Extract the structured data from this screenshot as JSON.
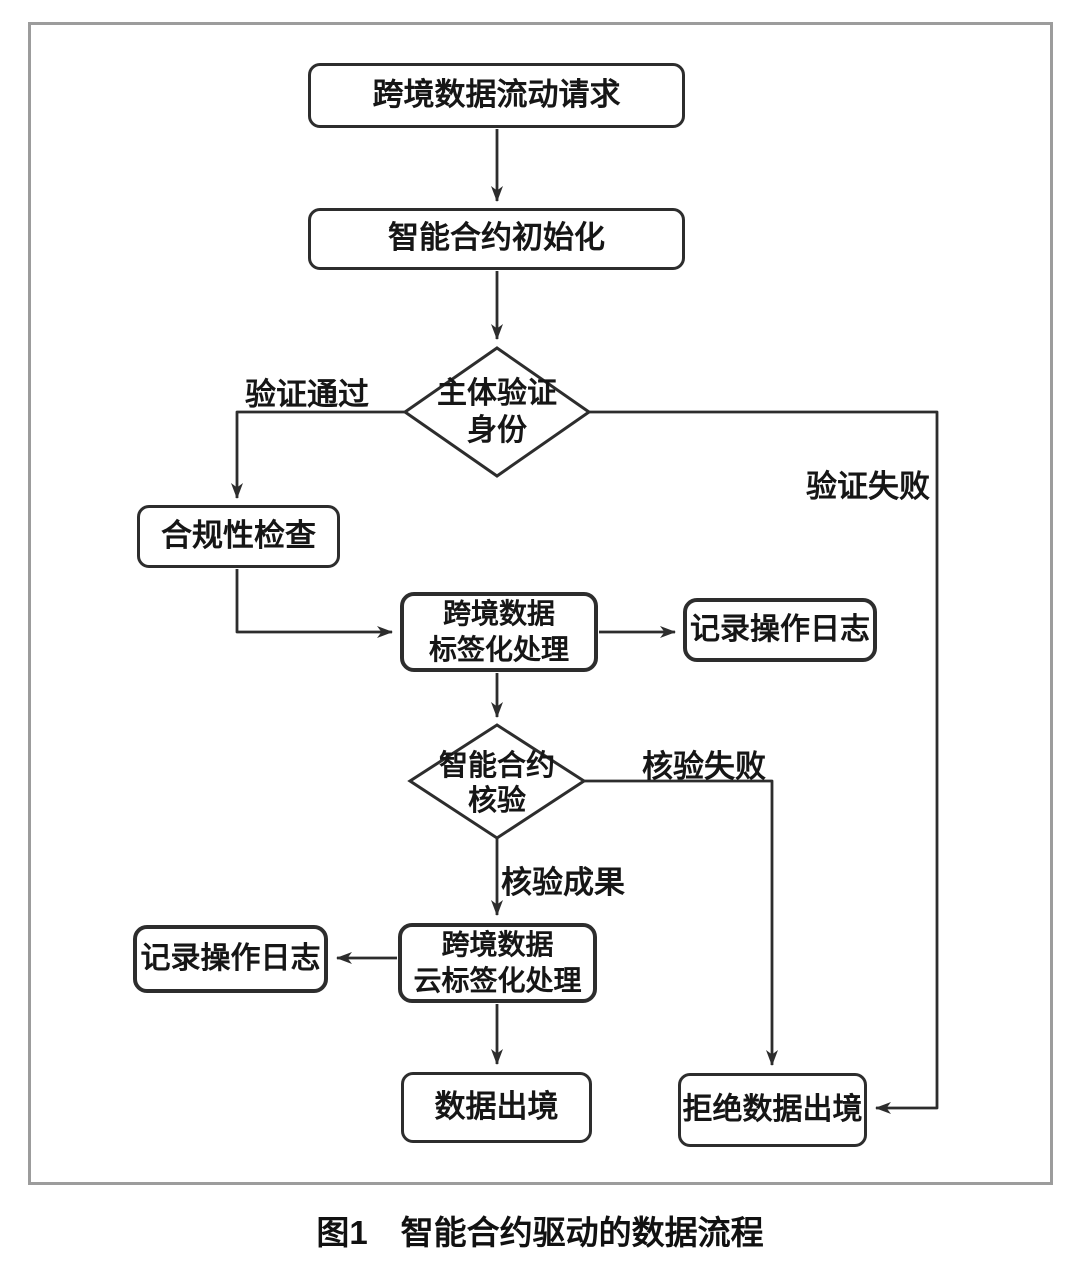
{
  "figure": {
    "caption": "图1　智能合约驱动的数据流程"
  },
  "nodes": {
    "request": {
      "label": "跨境数据流动请求"
    },
    "contract_init": {
      "label": "智能合约初始化"
    },
    "identity_check": {
      "label": "主体验证\n身份"
    },
    "compliance_check": {
      "label": "合规性检查"
    },
    "data_tagging": {
      "label": "跨境数据\n标签化处理"
    },
    "log_right": {
      "label": "记录操作日志"
    },
    "contract_verify": {
      "label": "智能合约\n核验"
    },
    "cloud_tagging": {
      "label": "跨境数据\n云标签化处理"
    },
    "log_left": {
      "label": "记录操作日志"
    },
    "data_exit": {
      "label": "数据出境"
    },
    "reject_exit": {
      "label": "拒绝数据出境"
    }
  },
  "edge_labels": {
    "verify_pass": "验证通过",
    "verify_fail": "验证失败",
    "check_fail": "核验失败",
    "check_success": "核验成果"
  },
  "colors": {
    "line": "#2d2d2d",
    "box_border": "#2d2d2d",
    "frame_border": "#9c9c9c",
    "text": "#161616",
    "background": "#ffffff"
  }
}
